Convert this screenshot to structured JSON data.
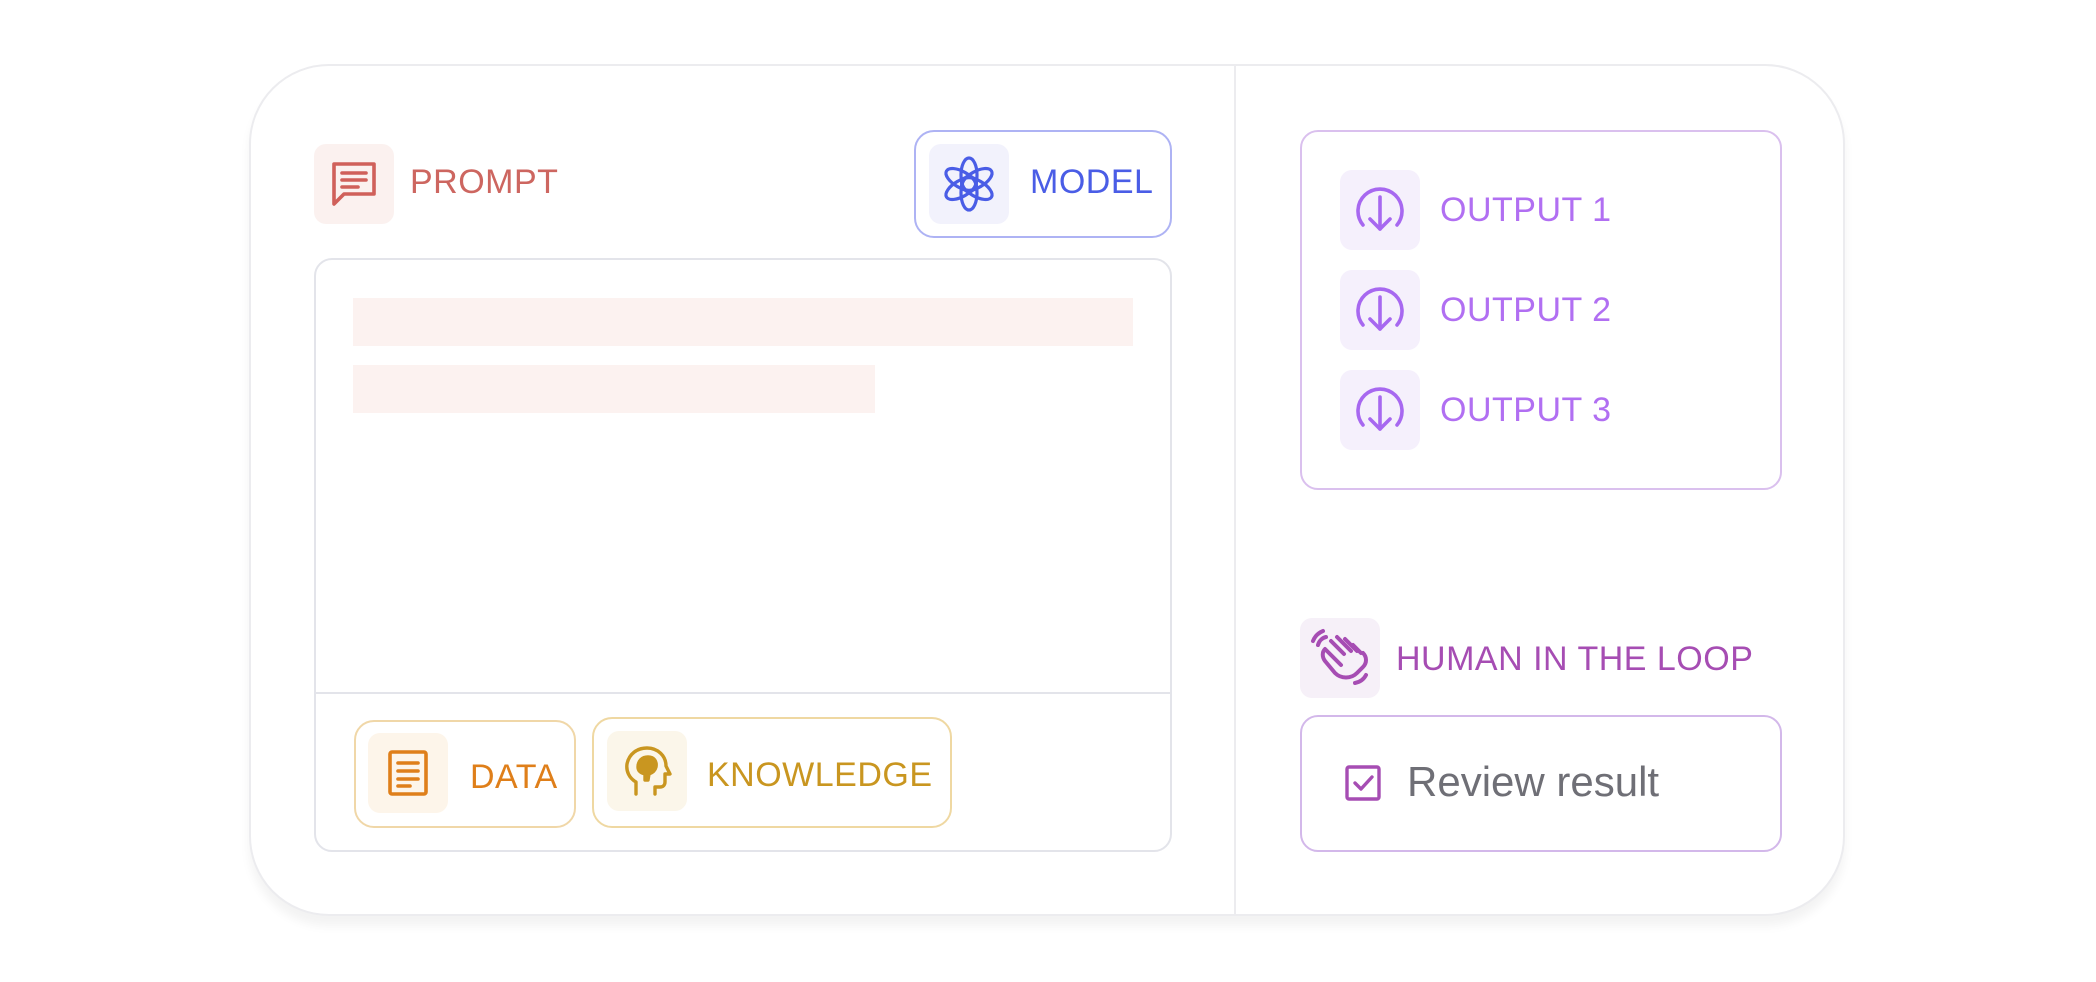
{
  "prompt": {
    "label": "PROMPT",
    "icon": "chat-message-icon",
    "color": "#cd6660"
  },
  "model": {
    "label": "MODEL",
    "icon": "openai-logo-icon",
    "color": "#4a5de6"
  },
  "inputs": {
    "data": {
      "label": "DATA",
      "icon": "document-icon",
      "color": "#df7f1a"
    },
    "knowledge": {
      "label": "KNOWLEDGE",
      "icon": "head-brain-icon",
      "color": "#c99620"
    }
  },
  "outputs": [
    {
      "label": "OUTPUT 1",
      "icon": "arrow-down-circle-icon"
    },
    {
      "label": "OUTPUT 2",
      "icon": "arrow-down-circle-icon"
    },
    {
      "label": "OUTPUT 3",
      "icon": "arrow-down-circle-icon"
    }
  ],
  "output_color": "#b16ff2",
  "human_in_the_loop": {
    "label": "HUMAN IN THE LOOP",
    "icon": "hand-wave-icon",
    "color": "#a64db3",
    "task": {
      "label": "Review result",
      "checked": true
    }
  }
}
